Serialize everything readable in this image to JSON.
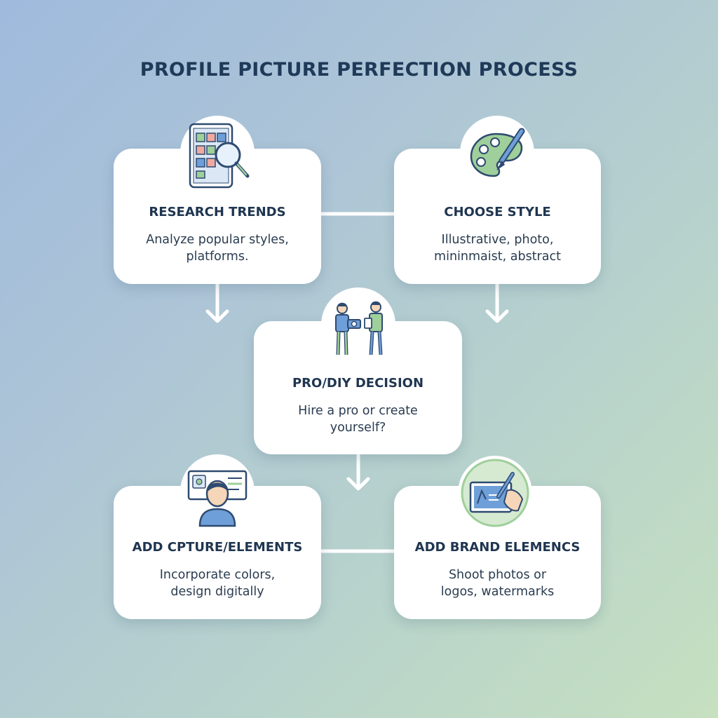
{
  "title": "PROFILE PICTURE PERFECTION PROCESS",
  "colors": {
    "card": "#ffffff",
    "text": "#1f3550",
    "icon_stroke": "#2e4a70",
    "icon_blue": "#6f9fd8",
    "icon_green": "#9fcf9a",
    "connector": "#ffffff"
  },
  "steps": [
    {
      "title": "RESEARCH TRENDS",
      "desc_lines": [
        "Analyze popular styles,",
        "platforms."
      ],
      "icon": "tablet-magnifier-icon"
    },
    {
      "title": "CHOOSE STYLE",
      "desc_lines": [
        "Illustrative, photo,",
        "mininmaist, abstract"
      ],
      "icon": "palette-brush-icon"
    },
    {
      "title": "PRO/DIY DECISION",
      "desc_lines": [
        "Hire a pro or create",
        "yourself?"
      ],
      "icon": "photographer-people-icon"
    },
    {
      "title": "ADD CPTURE/ELEMENTS",
      "desc_lines": [
        "Incorporate colors,",
        "design digitally"
      ],
      "icon": "profile-avatar-icon"
    },
    {
      "title": "ADD BRAND ELEMENCS",
      "desc_lines": [
        "Shoot photos or",
        "logos, watermarks"
      ],
      "icon": "tablet-stylus-icon"
    }
  ]
}
